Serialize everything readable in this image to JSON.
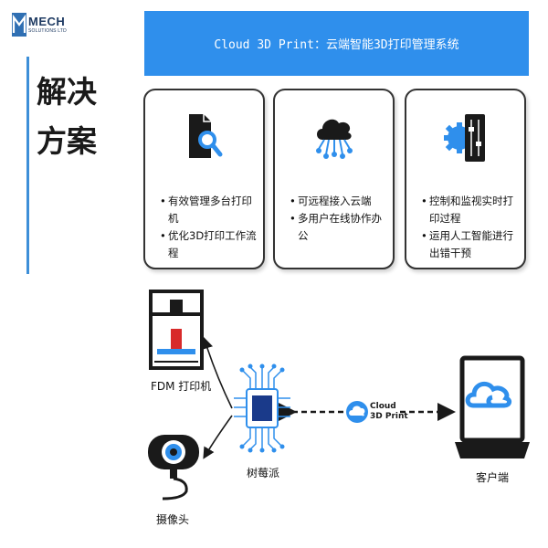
{
  "logo": {
    "name": "MECH",
    "sub": "SOLUTIONS LTD"
  },
  "section_title": [
    "解决",
    "方案"
  ],
  "header": {
    "title": "Cloud 3D Print：云端智能3D打印管理系统"
  },
  "cards": [
    {
      "icon": "document-search-icon",
      "items": [
        "有效管理多台打印机",
        "优化3D打印工作流程"
      ]
    },
    {
      "icon": "cloud-network-icon",
      "items": [
        "可远程接入云端",
        "多用户在线协作办公"
      ]
    },
    {
      "icon": "gear-slider-icon",
      "items": [
        "控制和监视实时打印过程",
        "运用人工智能进行出错干预"
      ]
    }
  ],
  "diagram": {
    "printer_label": "FDM 打印机",
    "camera_label": "摄像头",
    "pi_label": "树莓派",
    "client_label": "客户端",
    "cloud_logo": {
      "line1": "Cloud",
      "line2": "3D Print"
    }
  },
  "colors": {
    "accent": "#2f8fec",
    "dark": "#1a1a1a",
    "filament": "#d82a2a"
  }
}
